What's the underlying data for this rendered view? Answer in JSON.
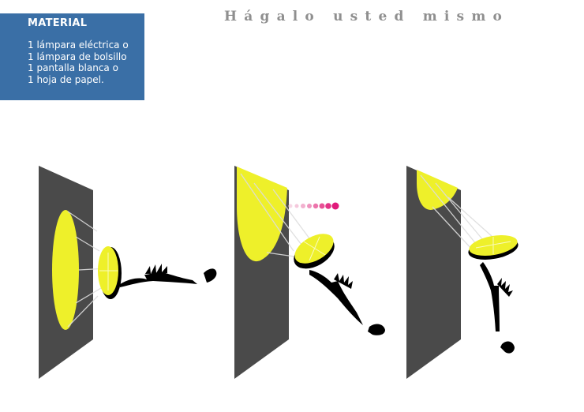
{
  "material": {
    "title": "MATERIAL",
    "items": [
      "1 lámpara eléctrica o",
      "1 lámpara de bolsillo",
      "1 pantalla blanca o",
      "1 hoja de papel."
    ]
  },
  "page": {
    "title": "Hágalo usted mismo"
  },
  "colors": {
    "panel_blue": "#3a6fa6",
    "screen_gray": "#4a4a4a",
    "light_yellow": "#eef02a",
    "beam_white": "#dddddd",
    "dots_magenta": "#e0197a",
    "title_gray": "#8f8f8f"
  },
  "progress_dots": {
    "count": 8,
    "filled": 3
  },
  "illustrations": [
    {
      "name": "hand-flashlight-straight"
    },
    {
      "name": "hand-flashlight-angled"
    },
    {
      "name": "hand-flashlight-low"
    }
  ]
}
